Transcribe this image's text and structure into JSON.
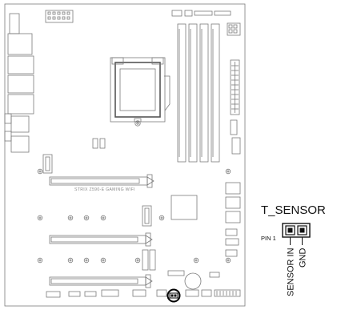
{
  "board": {
    "silkscreen": "STRIX Z590-E GAMING WIFI"
  },
  "header": {
    "title": "T_SENSOR",
    "pin1_label": "PIN 1",
    "pins": [
      {
        "label": "SENSOR IN"
      },
      {
        "label": "GND"
      }
    ]
  },
  "colors": {
    "board_outline": "#7a7a7a",
    "header_ink": "#111111",
    "highlight_ring": "#000000"
  }
}
